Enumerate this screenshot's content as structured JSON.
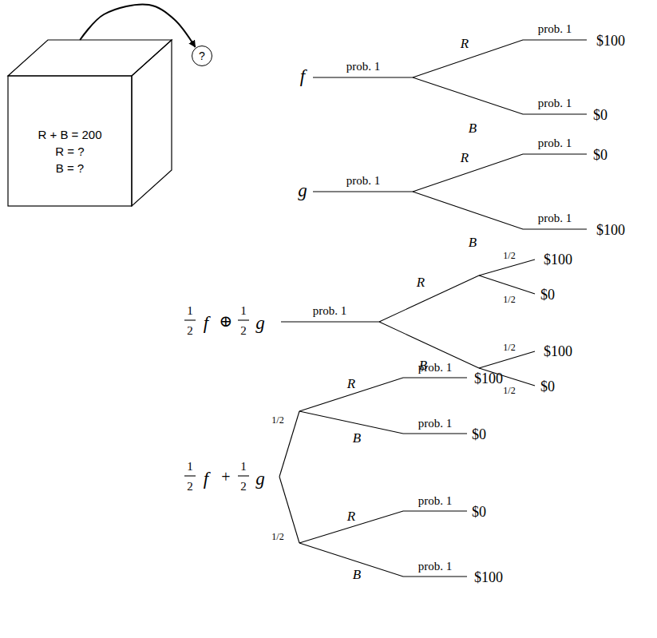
{
  "diagram": {
    "nodes": [
      {
        "text": [
          "R + B = 200",
          "R = ?",
          "B = ?"
        ]
      },
      {
        "text": [
          "?"
        ]
      }
    ],
    "edges": [
      {
        "from": 0,
        "to": 1,
        "arrow": "to"
      }
    ],
    "labels": [
      "f",
      "prob. 1",
      "R",
      "B",
      "prob. 1",
      "$100",
      "prob. 1",
      "$0",
      "g",
      "prob. 1",
      "R",
      "B",
      "prob. 1",
      "$0",
      "prob. 1",
      "$100",
      "1",
      "2",
      "f",
      "⊕",
      "1",
      "2",
      "g",
      "prob. 1",
      "R",
      "B",
      "1/2",
      "$100",
      "1/2",
      "$0",
      "1/2",
      "$100",
      "1/2",
      "$0",
      "1",
      "2",
      "f",
      "+",
      "1",
      "2",
      "g",
      "1/2",
      "1/2",
      "R",
      "B",
      "prob. 1",
      "$100",
      "prob. 1",
      "$0",
      "R",
      "B",
      "prob. 1",
      "$0",
      "prob. 1",
      "$100"
    ]
  }
}
